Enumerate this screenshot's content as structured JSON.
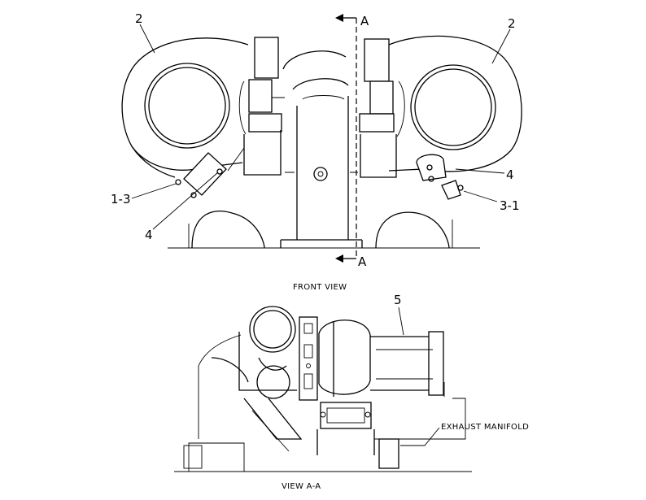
{
  "front_view": {
    "caption": "FRONT VIEW",
    "section_marker_top": "A",
    "section_marker_bottom": "A",
    "callouts": {
      "turbo_left": "2",
      "turbo_right": "2",
      "bracket_left": "4",
      "bracket_right": "4",
      "bolt_left": "1-3",
      "bolt_right": "3-1"
    }
  },
  "section_view": {
    "caption": "VIEW A-A",
    "callout_elbow": "5",
    "manifold_label": "EXHAUST MANIFOLD"
  }
}
